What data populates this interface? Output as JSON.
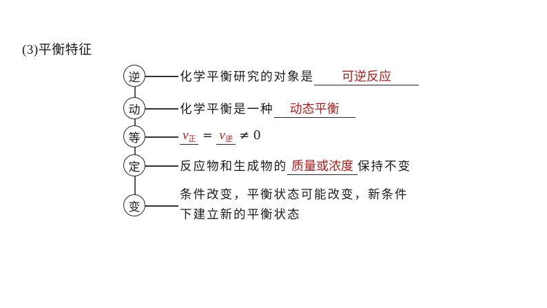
{
  "heading": {
    "number": "(3)",
    "title": "平衡特征"
  },
  "colors": {
    "answer_red": "#b01c1c",
    "text": "#1a1a1a"
  },
  "items": [
    {
      "node": "逆",
      "prefix": "化学平衡研究的对象是",
      "answer": "可逆反应",
      "suffix": ""
    },
    {
      "node": "动",
      "prefix": "化学平衡是一种",
      "answer": "动态平衡",
      "suffix": ""
    },
    {
      "node": "等",
      "v_symbol": "v",
      "sub_forward": "正",
      "equals": "=",
      "sub_reverse": "逆",
      "neq": "≠ 0"
    },
    {
      "node": "定",
      "prefix": "反应物和生成物的",
      "answer": "质量或浓度",
      "suffix": "保持不变"
    },
    {
      "node": "变",
      "line1": "条件改变，平衡状态可能改变，新条件",
      "line2": "下建立新的平衡状态"
    }
  ]
}
